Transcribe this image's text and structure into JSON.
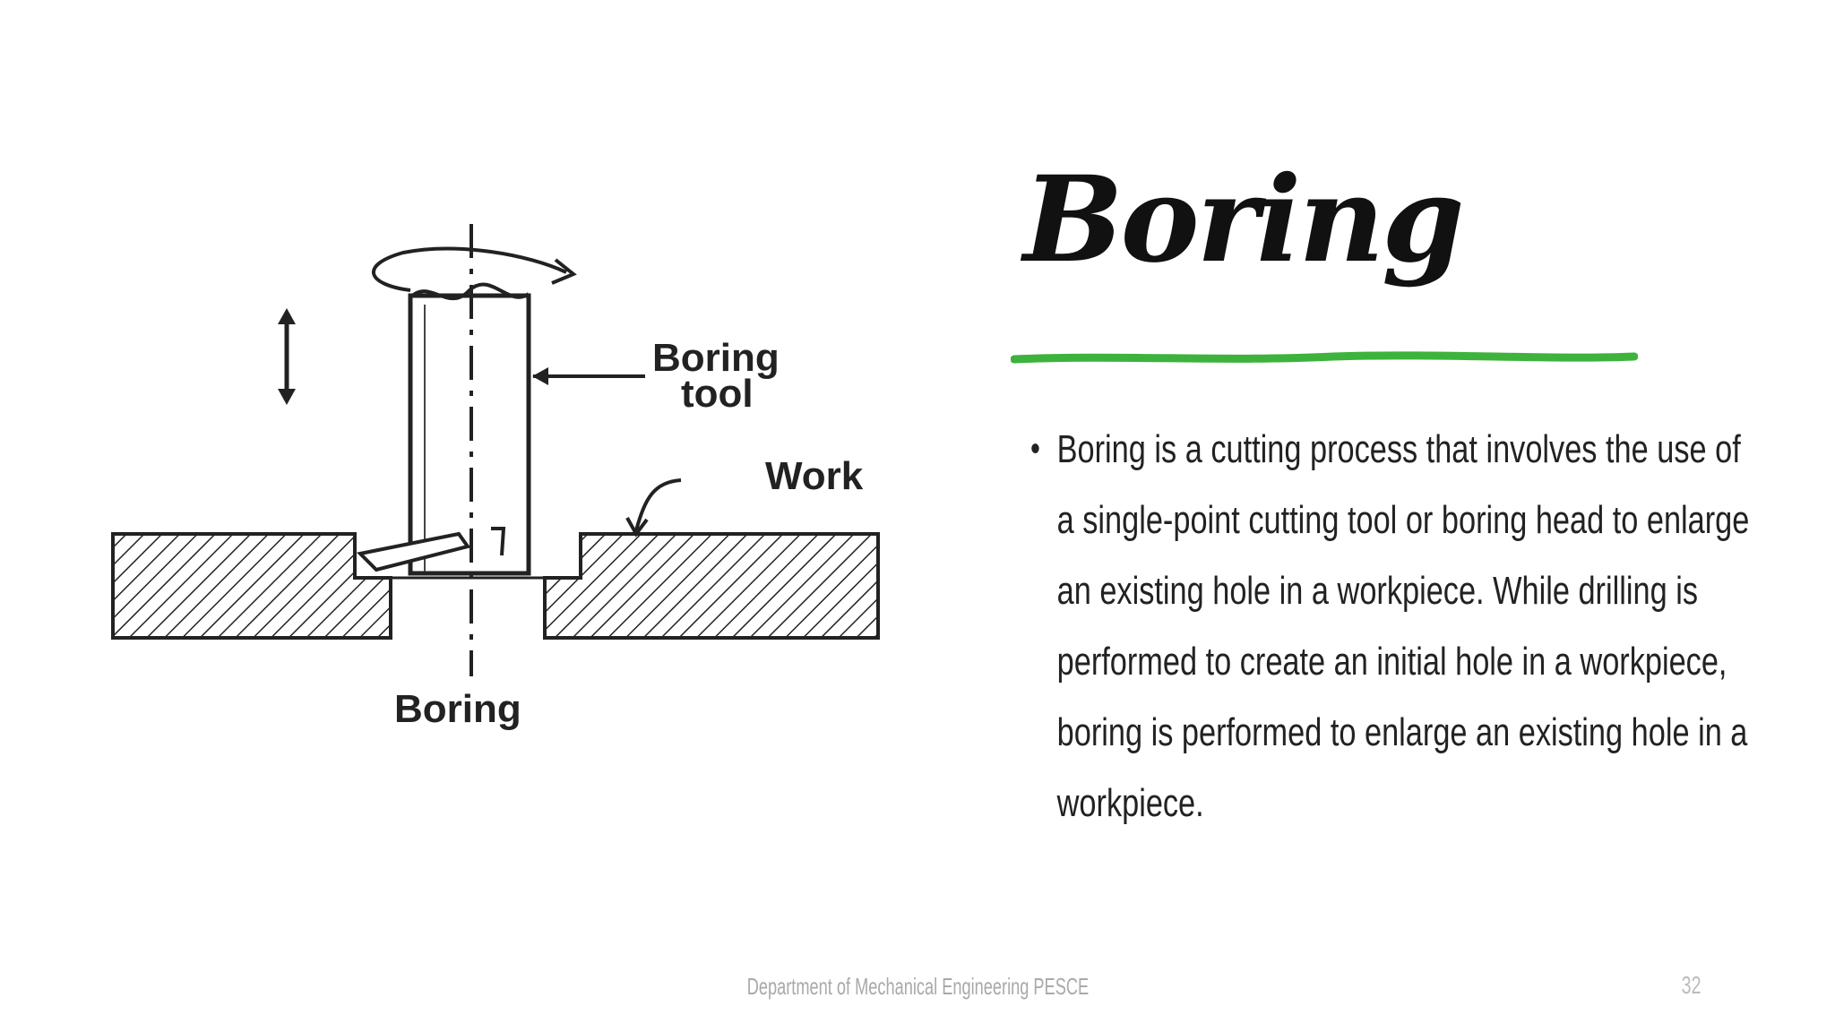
{
  "diagram": {
    "label_tool_line1": "Boring",
    "label_tool_line2": "tool",
    "label_work": "Work",
    "caption": "Boring"
  },
  "slide": {
    "title": "Boring",
    "accent_color": "#3db33d",
    "bullets": [
      "Boring is a cutting process that involves the use of a single-point cutting tool or boring head to enlarge an existing hole in a workpiece. While drilling is performed to create an initial hole in a workpiece, boring is performed to enlarge an existing hole in a workpiece."
    ]
  },
  "footer": {
    "department": "Department of Mechanical Engineering PESCE",
    "page_number": "32"
  }
}
